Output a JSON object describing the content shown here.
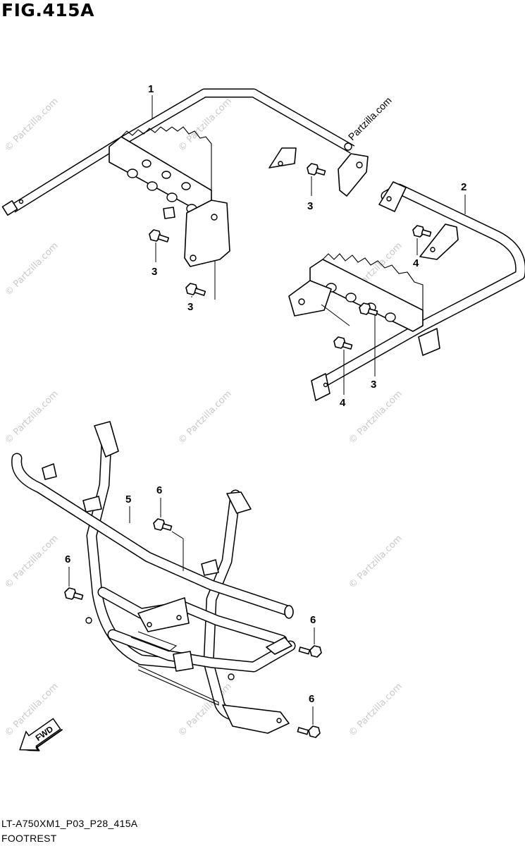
{
  "header": {
    "figure_title": "FIG.415A"
  },
  "footer": {
    "code": "LT-A750XM1_P03_P28_415A",
    "section_name": "FOOTREST"
  },
  "watermark": {
    "text": "© Partzilla.com",
    "color": "#c9c9c9"
  },
  "stamp": {
    "text": "Partzilla.com"
  },
  "direction_arrow": {
    "label": "FWD"
  },
  "callouts": [
    {
      "id": "c1",
      "label": "1"
    },
    {
      "id": "c2",
      "label": "2"
    },
    {
      "id": "c3a",
      "label": "3"
    },
    {
      "id": "c3b",
      "label": "3"
    },
    {
      "id": "c3c",
      "label": "3"
    },
    {
      "id": "c3d",
      "label": "3"
    },
    {
      "id": "c4a",
      "label": "4"
    },
    {
      "id": "c4b",
      "label": "4"
    },
    {
      "id": "c5",
      "label": "5"
    },
    {
      "id": "c6a",
      "label": "6"
    },
    {
      "id": "c6b",
      "label": "6"
    },
    {
      "id": "c6c",
      "label": "6"
    },
    {
      "id": "c6d",
      "label": "6"
    }
  ]
}
